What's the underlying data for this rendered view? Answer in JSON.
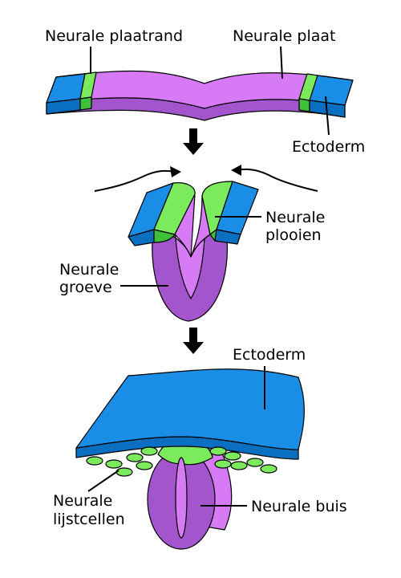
{
  "labels": {
    "neural_plate_border": "Neurale plaatrand",
    "neural_plate": "Neurale plaat",
    "ectoderm_top": "Ectoderm",
    "neural_folds_1": "Neurale",
    "neural_folds_2": "plooien",
    "neural_groove_1": "Neurale",
    "neural_groove_2": "groeve",
    "ectoderm_bottom": "Ectoderm",
    "neural_tube": "Neurale buis",
    "neural_crest_1": "Neurale",
    "neural_crest_2": "lijstcellen"
  },
  "colors": {
    "ectoderm": "#1a8ee6",
    "ectoderm_side": "#0a6fc0",
    "neural_plate": "#d77af5",
    "neural_plate_side": "#a255cc",
    "border": "#7bea5d",
    "border_side": "#3fc03a"
  }
}
